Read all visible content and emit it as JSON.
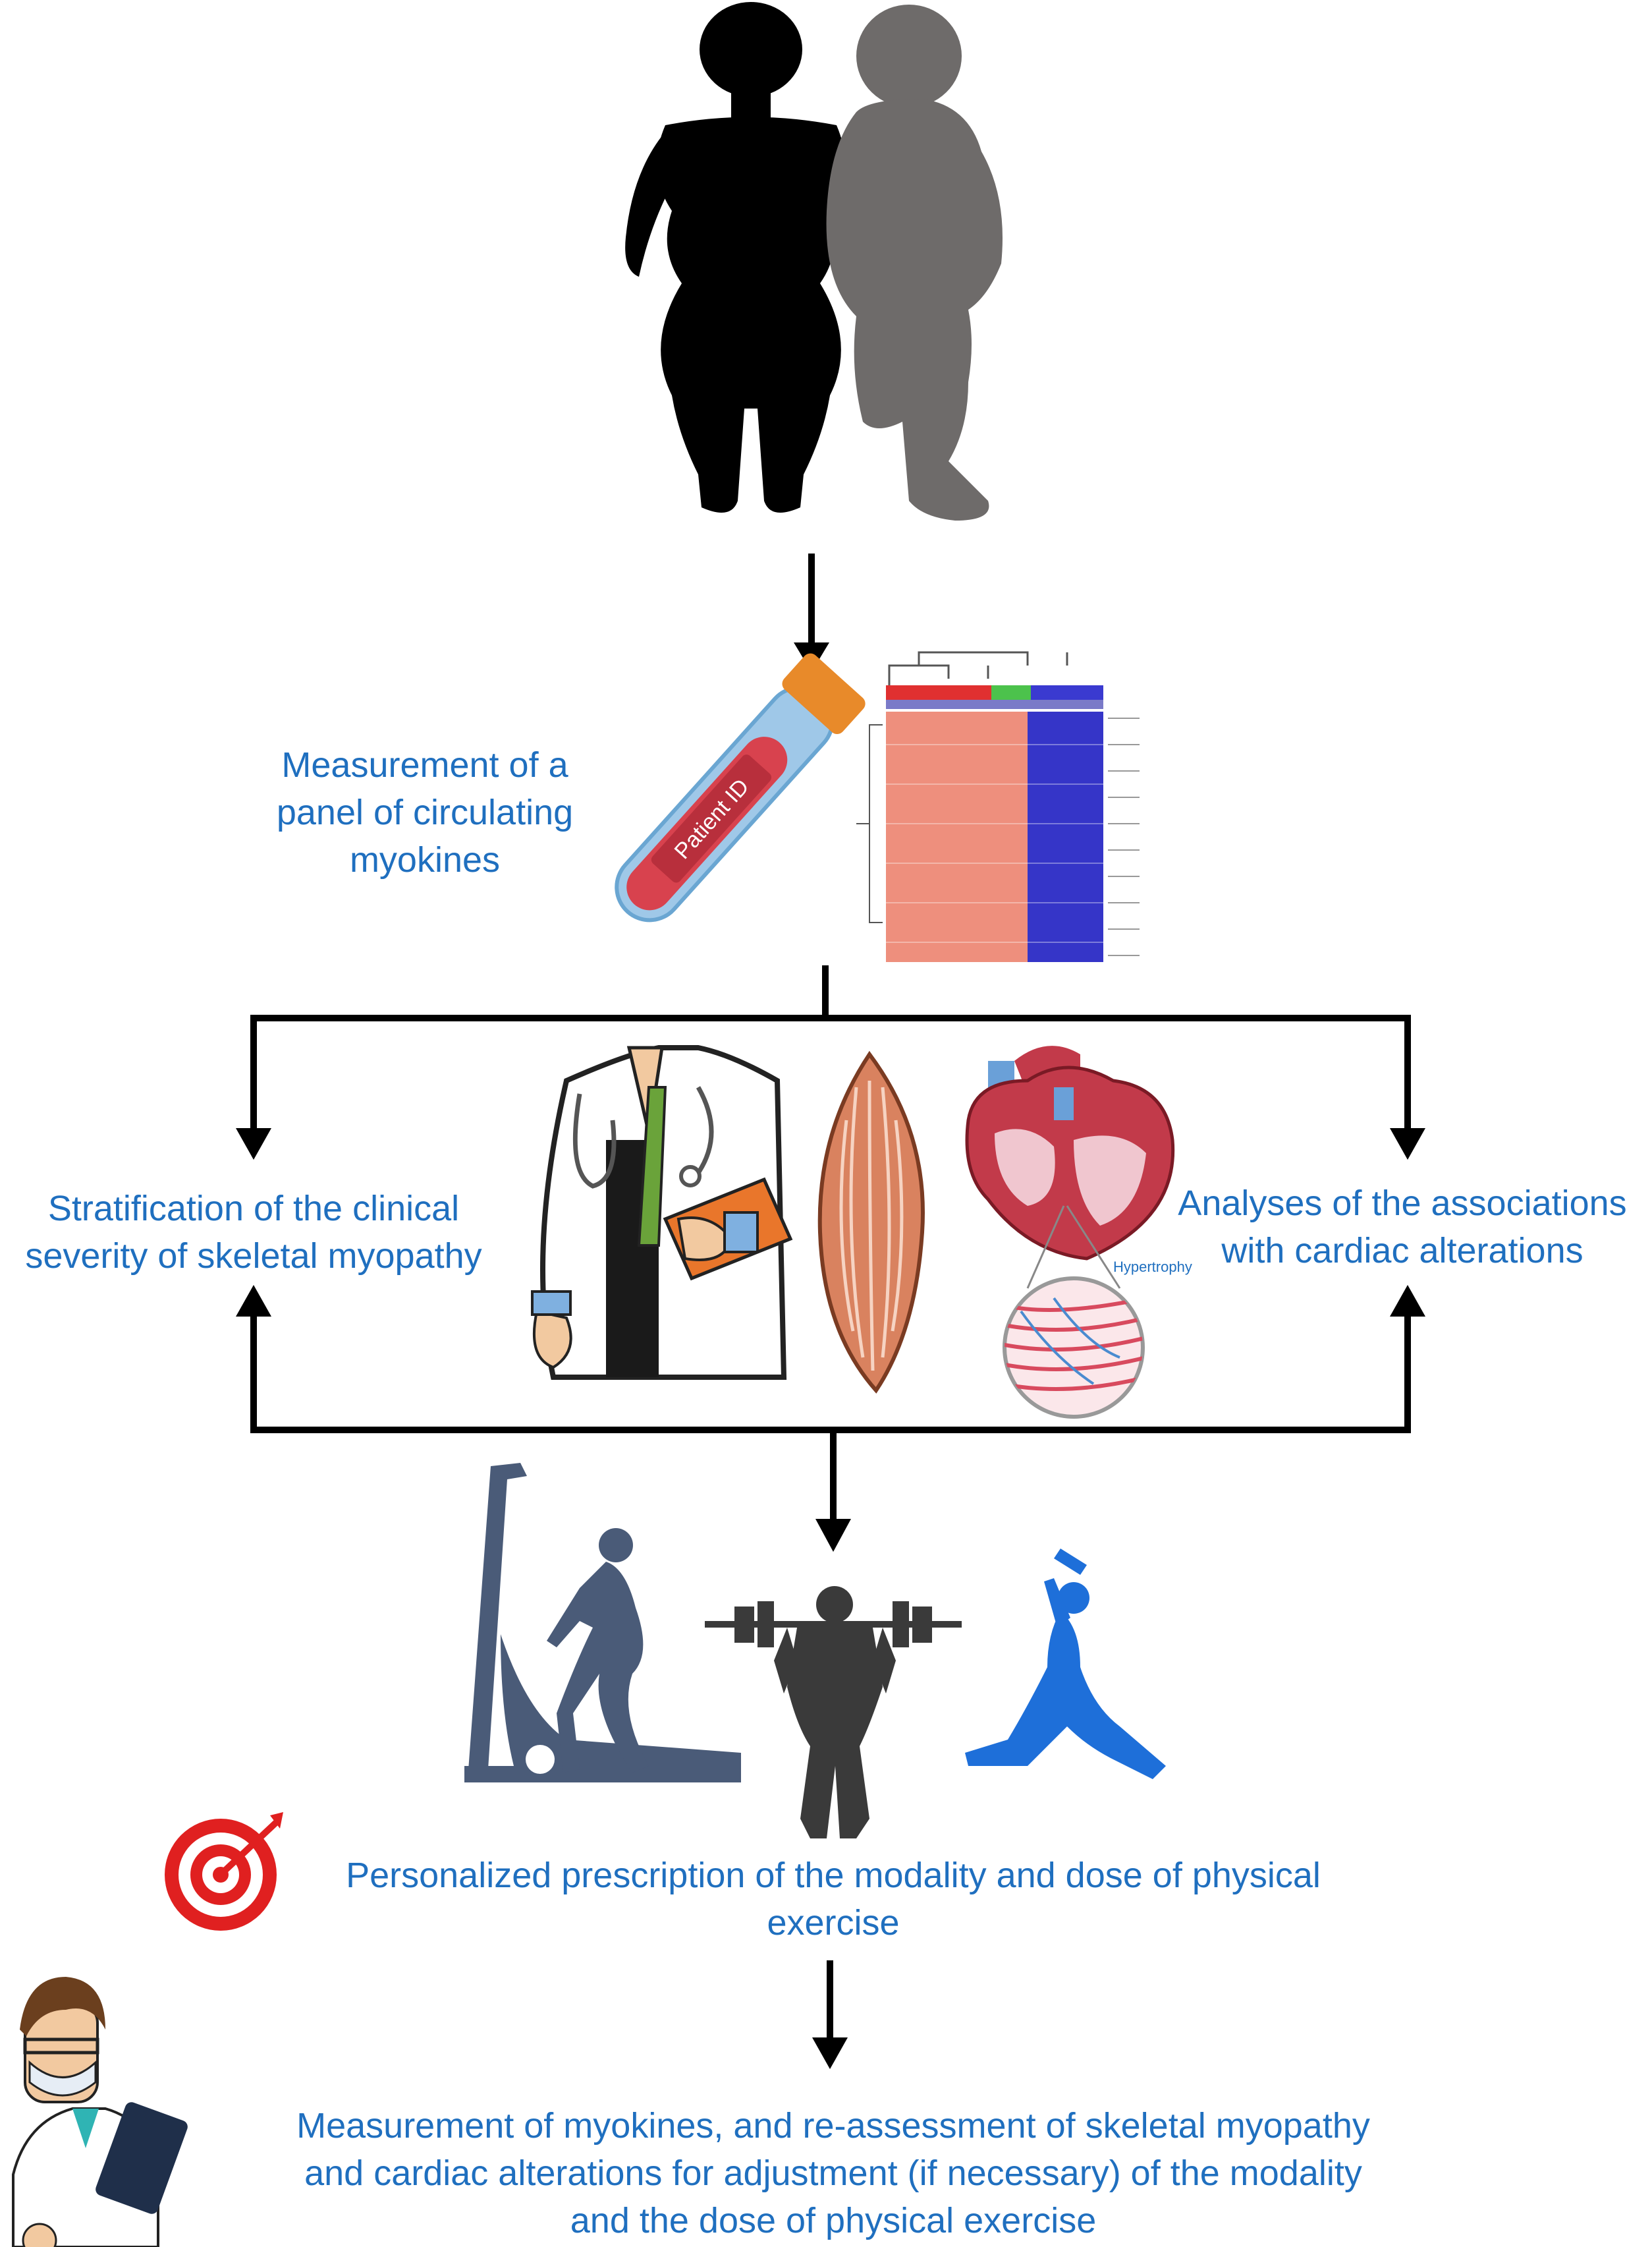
{
  "colors": {
    "text": "#1f6fbf",
    "arrow": "#000000",
    "silhouette_left": "#000000",
    "silhouette_right": "#6e6b6a",
    "heatmap_red": "#ee8f7d",
    "heatmap_blue": "#3535c8",
    "tube_accent": "#e88a2a",
    "muscle": "#d9825f",
    "heart": "#c23a4a",
    "runner": "#4a5b78",
    "lifter": "#3a3a3a",
    "lunge": "#1e6fd9",
    "target_red": "#e02020"
  },
  "icons": [
    "body-silhouette-icon",
    "blood-tube-icon",
    "heatmap-icon",
    "doctor-icon",
    "muscle-icon",
    "heart-icon",
    "treadmill-runner-icon",
    "weightlifter-icon",
    "lunge-dumbbell-icon",
    "target-icon",
    "doctor-clipboard-icon"
  ],
  "tube": {
    "label": "Patient ID"
  },
  "heart": {
    "label": "Hypertrophy"
  },
  "steps": {
    "measurement": {
      "lines": [
        "Measurement of a",
        "panel of circulating",
        "myokines"
      ]
    },
    "stratification": {
      "lines": [
        "Stratification of the clinical",
        "severity of skeletal myopathy"
      ]
    },
    "analyses": {
      "lines": [
        "Analyses of the associations",
        "with cardiac alterations"
      ]
    },
    "prescription": {
      "lines": [
        "Personalized prescription of the modality and dose of physical",
        "exercise"
      ]
    },
    "reassessment": {
      "lines": [
        "Measurement of myokines, and re-assessment of skeletal myopathy",
        "and cardiac alterations for adjustment (if necessary) of the modality",
        "and the dose of physical exercise"
      ]
    }
  }
}
